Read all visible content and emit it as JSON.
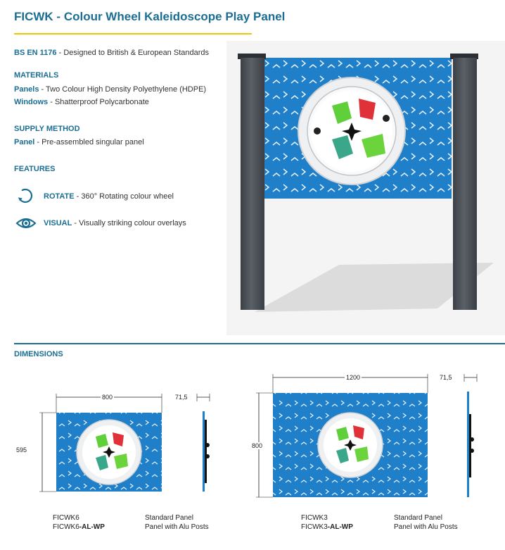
{
  "header": {
    "title": "FICWK - Colour Wheel Kaleidoscope Play Panel"
  },
  "specs": {
    "standard_key": "BS EN 1176",
    "standard_value": " - Designed to British & European Standards",
    "materials_heading": "MATERIALS",
    "panels_key": "Panels",
    "panels_value": " - Two Colour High Density Polyethylene (HDPE)",
    "windows_key": "Windows",
    "windows_value": " - Shatterproof Polycarbonate",
    "supply_heading": "SUPPLY METHOD",
    "supply_key": "Panel",
    "supply_value": " - Pre-assembled singular panel",
    "features_heading": "FEATURES"
  },
  "features": [
    {
      "icon": "rotate-icon",
      "key": "ROTATE",
      "value": " - 360° Rotating colour wheel"
    },
    {
      "icon": "eye-icon",
      "key": "VISUAL",
      "value": " - Visually striking colour overlays"
    }
  ],
  "dimensions": {
    "heading": "DIMENSIONS",
    "small": {
      "width": "800",
      "height": "595",
      "depth": "71,5",
      "code1": "FICWK6",
      "code2_prefix": "FICWK6",
      "code2_suffix": "-AL-WP",
      "desc1": "Standard  Panel",
      "desc2": "Panel with Alu Posts"
    },
    "large": {
      "width": "1200",
      "height": "800",
      "depth": "71,5",
      "code1": "FICWK3",
      "code2_prefix": "FICWK3",
      "code2_suffix": "-AL-WP",
      "desc1": "Standard  Panel",
      "desc2": "Panel with Alu Posts"
    }
  },
  "colors": {
    "brand_blue": "#1b6e93",
    "accent_yellow": "#f5c400",
    "panel_blue": "#1f7fc9",
    "post_grey": "#4a4f55"
  }
}
